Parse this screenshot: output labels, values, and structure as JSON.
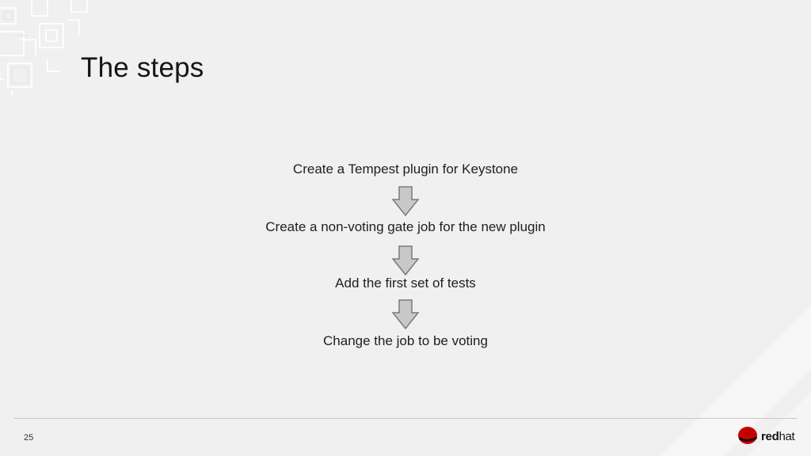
{
  "slide": {
    "title": "The steps",
    "page_number": "25"
  },
  "steps": [
    {
      "label": "Create a Tempest plugin for Keystone"
    },
    {
      "label": "Create a non-voting gate job for the new plugin"
    },
    {
      "label": "Add the first set of tests"
    },
    {
      "label": "Change the job to be voting"
    }
  ],
  "logo": {
    "text_bold": "red",
    "text_regular": "hat",
    "icon": "redhat-shadowman-icon"
  },
  "colors": {
    "background": "#f0f0f0",
    "arrow_fill": "#c8c8c8",
    "arrow_stroke": "#7a7a7a",
    "brand_red": "#cc0000"
  }
}
